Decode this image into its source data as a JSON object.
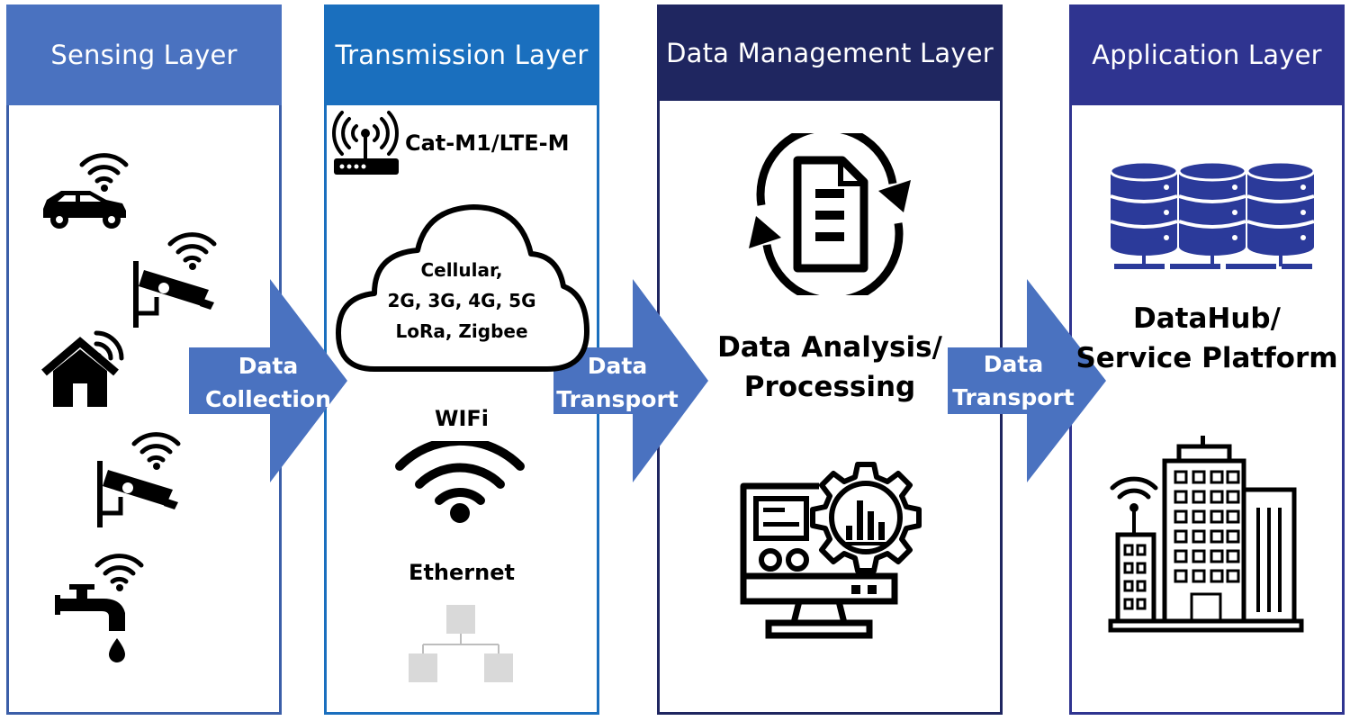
{
  "layers": [
    {
      "title": "Sensing Layer"
    },
    {
      "title": "Transmission Layer"
    },
    {
      "title": "Data Management Layer"
    },
    {
      "title": "Application Layer"
    }
  ],
  "arrows": [
    {
      "line1": "Data",
      "line2": "Collection"
    },
    {
      "line1": "Data",
      "line2": "Transport"
    },
    {
      "line1": "Data",
      "line2": "Transport"
    }
  ],
  "transmission": {
    "router_label": "Cat-M1/LTE-M",
    "cloud_lines": [
      "Cellular,",
      "2G, 3G, 4G, 5G",
      "LoRa, Zigbee"
    ],
    "wifi_label": "WIFi",
    "ethernet_label": "Ethernet"
  },
  "management": {
    "label_line1": "Data Analysis/",
    "label_line2": "Processing"
  },
  "application": {
    "label_line1": "DataHub/",
    "label_line2": "Service Platform"
  },
  "colors": {
    "sensing_header": "#4a72c0",
    "transmission_header": "#1a6fbe",
    "management_header": "#1f2660",
    "application_header": "#2f3490",
    "arrow_fill": "#4a72c0",
    "border": "#2e4a8a",
    "database_fill": "#2b3a9a"
  },
  "icons": [
    "car-icon",
    "cctv-camera-icon",
    "house-icon",
    "cctv-camera-icon",
    "water-tap-icon",
    "router-icon",
    "cloud-icon",
    "wifi-icon",
    "ethernet-network-icon",
    "document-sync-icon",
    "monitor-analytics-gear-icon",
    "database-server-icon",
    "smart-city-buildings-icon"
  ]
}
